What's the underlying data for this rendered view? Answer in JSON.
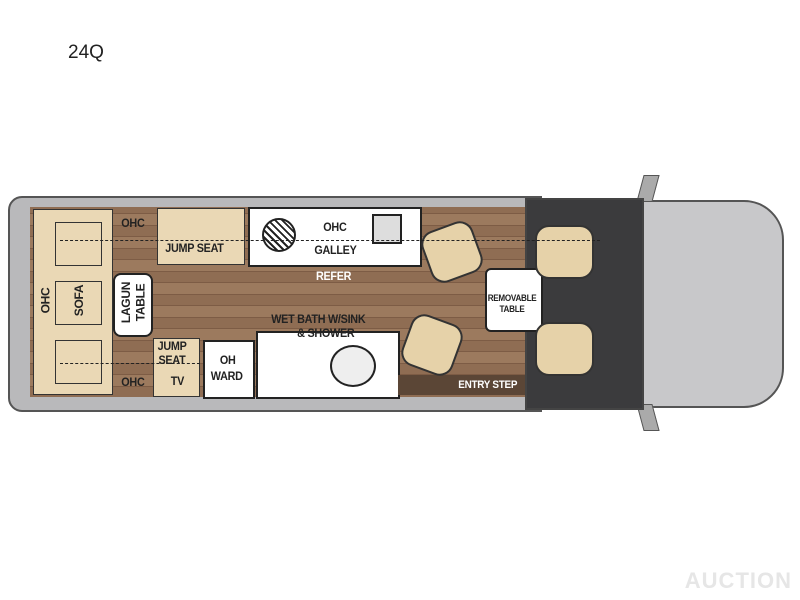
{
  "model": "24Q",
  "labels": {
    "ohc_top": "OHC",
    "jump_seat_top": "JUMP SEAT",
    "ohc_galley": "OHC",
    "galley": "GALLEY",
    "refer": "REFER",
    "ohc_sofa": "OHC",
    "sofa": "SOFA",
    "lagun": "LAGUN",
    "table": "TABLE",
    "jump_seat_bottom_1": "JUMP",
    "jump_seat_bottom_2": "SEAT",
    "tv": "TV",
    "ohc_bottom": "OHC",
    "oh": "OH",
    "ward": "WARD",
    "wet_bath_1": "WET BATH W/SINK",
    "wet_bath_2": "& SHOWER",
    "removable": "REMOVABLE",
    "removable_table": "TABLE",
    "entry_step": "ENTRY STEP"
  },
  "watermark": "AUCTION"
}
